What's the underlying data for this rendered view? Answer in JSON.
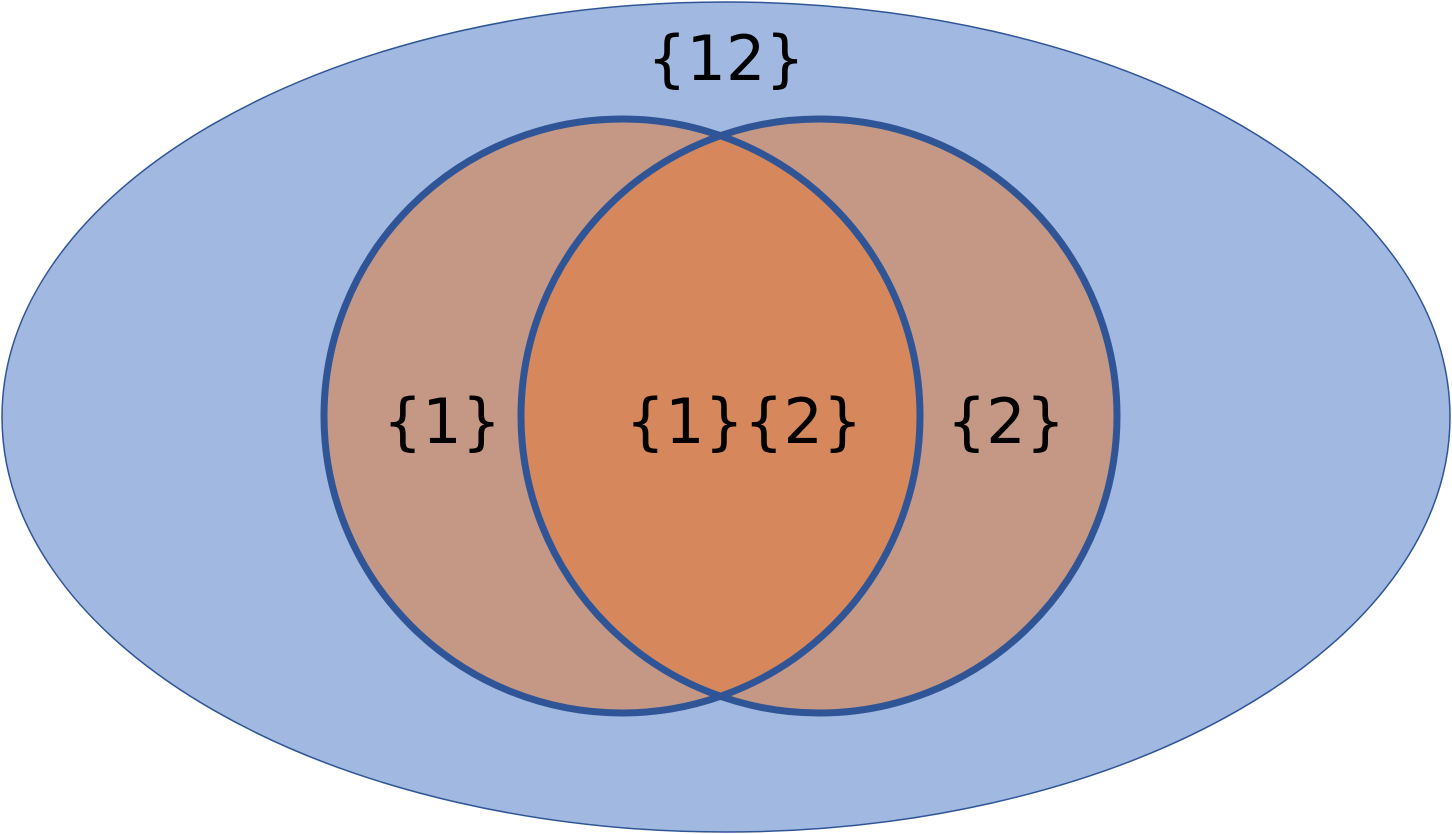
{
  "diagram": {
    "universe": {
      "label": "{12}",
      "fill": "#a1b8e1",
      "stroke": "#2f5597"
    },
    "set_left": {
      "label": "{1}",
      "fill": "#c59886",
      "stroke": "#2f5597"
    },
    "set_right": {
      "label": "{2}",
      "fill": "#c59886",
      "stroke": "#2f5597"
    },
    "intersection": {
      "label": "{1}{2}",
      "fill": "#d6885c"
    }
  }
}
